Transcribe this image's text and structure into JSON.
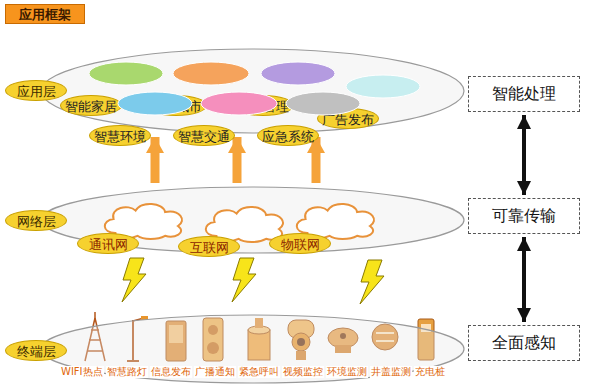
{
  "diagram": {
    "title": "应用框架",
    "nodes": [
      {
        "text": [
          "应用层"
        ]
      },
      {
        "text": [
          "智能家居"
        ],
        "in": 0
      },
      {
        "text": [
          "智慧城市"
        ],
        "in": 0
      },
      {
        "text": [
          "能效管理"
        ],
        "in": 0
      },
      {
        "text": [
          "广告发布"
        ],
        "in": 0
      },
      {
        "text": [
          "智慧环境"
        ],
        "in": 0
      },
      {
        "text": [
          "智慧交通"
        ],
        "in": 0
      },
      {
        "text": [
          "应急系统"
        ],
        "in": 0
      },
      {
        "text": [
          "网络层"
        ]
      },
      {
        "text": [
          "通讯网"
        ],
        "in": 8
      },
      {
        "text": [
          "互联网"
        ],
        "in": 8
      },
      {
        "text": [
          "物联网"
        ],
        "in": 8
      },
      {
        "text": [
          "终端层"
        ]
      },
      {
        "text": [
          "智能处理"
        ]
      },
      {
        "text": [
          "可靠传输"
        ]
      },
      {
        "text": [
          "全面感知"
        ]
      }
    ],
    "edges": [
      {
        "from": 13,
        "to": 14,
        "arrow": "both"
      },
      {
        "from": 14,
        "to": 15,
        "arrow": "both"
      },
      {
        "from": 8,
        "to": 0,
        "arrow": "to"
      },
      {
        "from": 8,
        "to": 0,
        "arrow": "to"
      },
      {
        "from": 8,
        "to": 0,
        "arrow": "to"
      }
    ],
    "labels": [
      "WIFI热点",
      "智慧路灯",
      "信息发布",
      "广播通知",
      "紧急呼叫",
      "视频监控",
      "环境监测",
      "井盖监测",
      "充电桩"
    ]
  }
}
